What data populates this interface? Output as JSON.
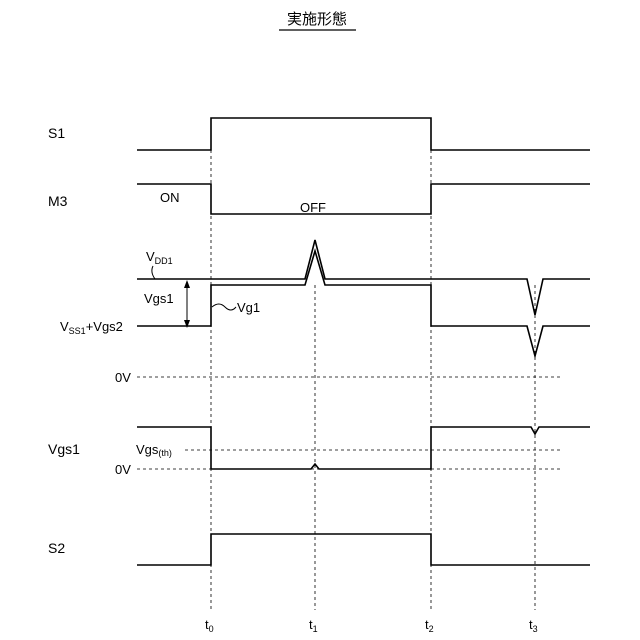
{
  "title": "実施形態",
  "signals": {
    "s1": "S1",
    "m3": "M3",
    "vgs1": "Vgs1",
    "s2": "S2"
  },
  "m3_states": {
    "on": "ON",
    "off": "OFF"
  },
  "voltages": {
    "vdd1_main": "V",
    "vdd1_sub": "DD1",
    "vgs1_label": "Vgs1",
    "vg1_label": "Vg1",
    "vss1_main": "V",
    "vss1_sub": "SS1",
    "vss1_suffix": "+Vgs2",
    "zero_v": "0V",
    "vgs_th_main": "Vgs",
    "vgs_th_sub": "(th)"
  },
  "times": [
    {
      "main": "t",
      "sub": "0"
    },
    {
      "main": "t",
      "sub": "1"
    },
    {
      "main": "t",
      "sub": "2"
    },
    {
      "main": "t",
      "sub": "3"
    }
  ]
}
